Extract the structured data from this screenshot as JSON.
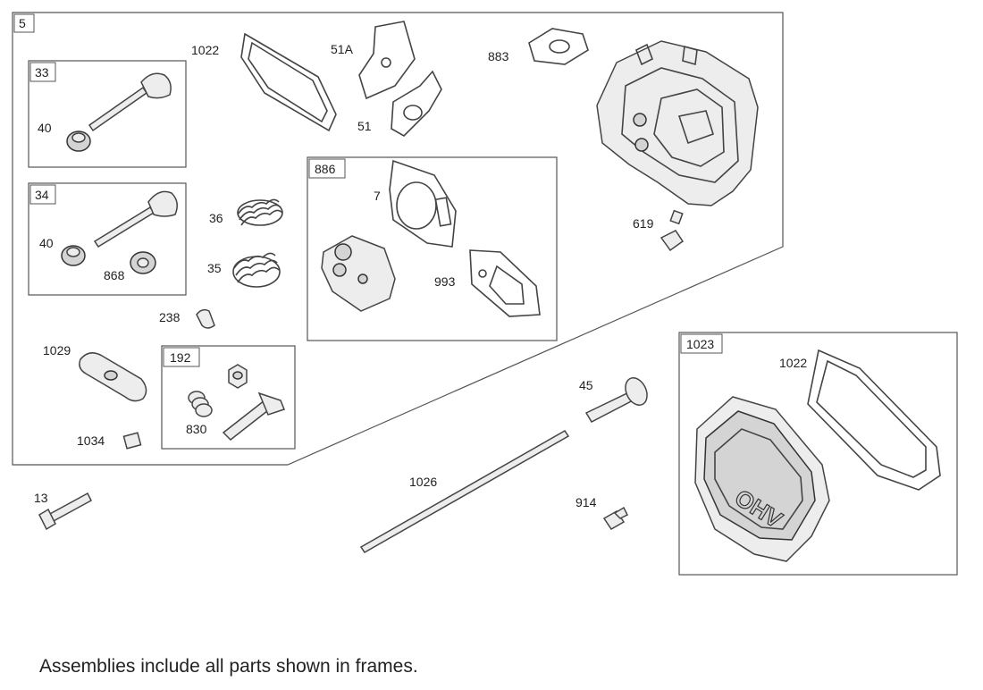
{
  "footnote": "Assemblies include all parts shown in frames.",
  "callouts": {
    "main_frame": "5",
    "frame_33": "33",
    "frame_34": "34",
    "frame_886": "886",
    "frame_192": "192",
    "frame_1023": "1023",
    "valve_seal_a": "40",
    "valve_seal_b": "40",
    "valve_rotator": "868",
    "valve_spring_36": "36",
    "valve_spring_35": "35",
    "retainer_238": "238",
    "rocker_1029": "1029",
    "ball_nut_1034": "1034",
    "stud_830": "830",
    "cover_gasket": "1022",
    "cover_gasket_b": "1022",
    "intake_gasket_51a": "51A",
    "intake_gasket_51": "51",
    "carb_gasket_883": "883",
    "head_gasket_7": "7",
    "exhaust_gasket_993": "993",
    "plug_619": "619",
    "push_rod_guide_45": "45",
    "push_rod_1026": "1026",
    "screw_914": "914",
    "bolt_13": "13"
  },
  "cover_logo": "OHV",
  "colors": {
    "line": "#444444",
    "fill": "#ededed",
    "frame": "#555555"
  }
}
